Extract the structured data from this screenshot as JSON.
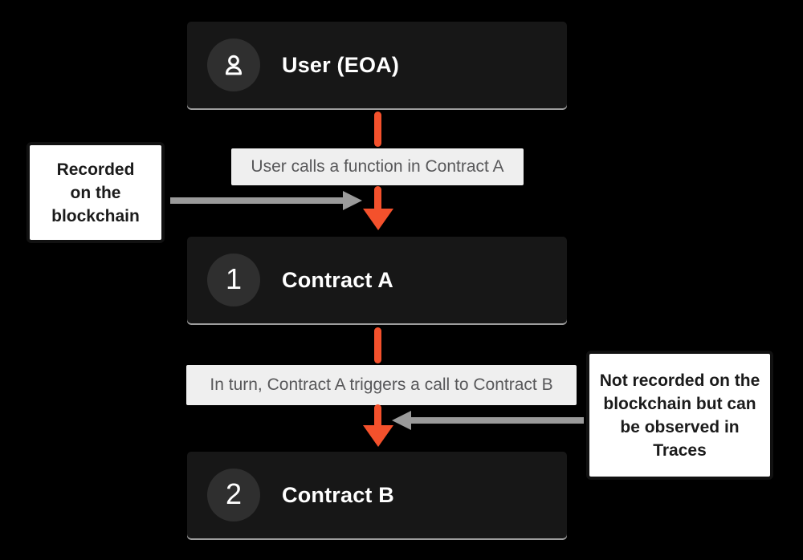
{
  "colors": {
    "background": "#000000",
    "node_bg": "#171717",
    "node_badge_bg": "#2F2F2F",
    "node_text": "#FFFFFF",
    "pill_bg": "#EFEFEF",
    "pill_text": "#58585A",
    "accent_arrow_orange": "#F4512C",
    "gray_arrow": "#9A9A9A",
    "callout_bg": "#FFFFFF",
    "callout_border": "#111111",
    "callout_text": "#1B1B1B"
  },
  "nodes": [
    {
      "label": "User (EOA)",
      "badge": "user-icon"
    },
    {
      "label": "Contract A",
      "badge": "1"
    },
    {
      "label": "Contract B",
      "badge": "2"
    }
  ],
  "edges": [
    {
      "label": "User calls a function in Contract A"
    },
    {
      "label": "In turn, Contract A triggers a call to Contract B"
    }
  ],
  "annotations": {
    "left": {
      "text": "Recorded on the blockchain",
      "lines": [
        "Recorded",
        "on the",
        "blockchain"
      ]
    },
    "right": {
      "text": "Not recorded on the blockchain but can be observed in Traces",
      "lines": [
        "Not recorded on the",
        "blockchain but can",
        "be observed in",
        "Traces"
      ]
    }
  }
}
